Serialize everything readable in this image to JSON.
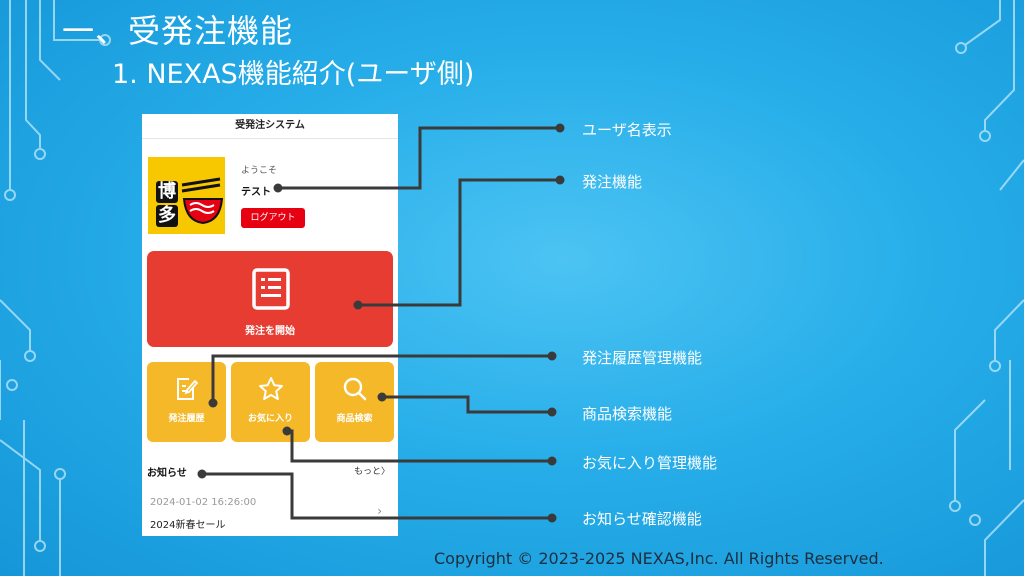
{
  "slide": {
    "title": "一、受発注機能",
    "subtitle": "1. NEXAS機能紹介(ユーザ側)",
    "copyright": "Copyright © 2023-2025 NEXAS,Inc. All Rights Reserved."
  },
  "app": {
    "header": "受発注システム",
    "logo_chars": [
      "博",
      "多"
    ],
    "welcome": "ようこそ",
    "user_name": "テスト",
    "logout_label": "ログアウト",
    "order_button_label": "発注を開始",
    "tiles": [
      {
        "label": "発注履歴",
        "icon": "edit-document-icon"
      },
      {
        "label": "お気に入り",
        "icon": "star-icon"
      },
      {
        "label": "商品検索",
        "icon": "search-icon"
      }
    ],
    "notice_title": "お知らせ",
    "notice_more": "もっと〉",
    "notice_date": "2024-01-02 16:26:00",
    "notice_item_title": "2024新春セール",
    "notice_chevron": "›"
  },
  "callouts": [
    "ユーザ名表示",
    "発注機能",
    "発注履歴管理機能",
    "商品検索機能",
    "お気に入り管理機能",
    "お知らせ確認機能"
  ],
  "colors": {
    "background": "#27aee9",
    "order_button": "#e63c32",
    "tile": "#f5b829",
    "logout": "#e60012",
    "logo_bg": "#f7c800"
  }
}
